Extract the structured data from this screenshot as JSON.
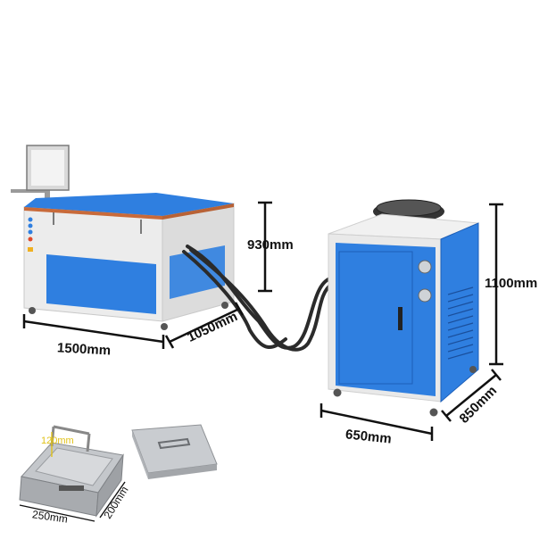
{
  "dimensions": {
    "press_width": "1500mm",
    "press_depth": "1050mm",
    "press_height": "930mm",
    "chiller_height": "1100mm",
    "chiller_width": "650mm",
    "chiller_depth": "850mm",
    "tray_height": "120mm",
    "tray_width": "250mm",
    "tray_depth": "200mm"
  },
  "colors": {
    "machine_blue": "#2f7fe0",
    "panel_grey": "#e9e9e9",
    "dimension_line": "#111111",
    "tray_metal": "#b9bcc0"
  }
}
